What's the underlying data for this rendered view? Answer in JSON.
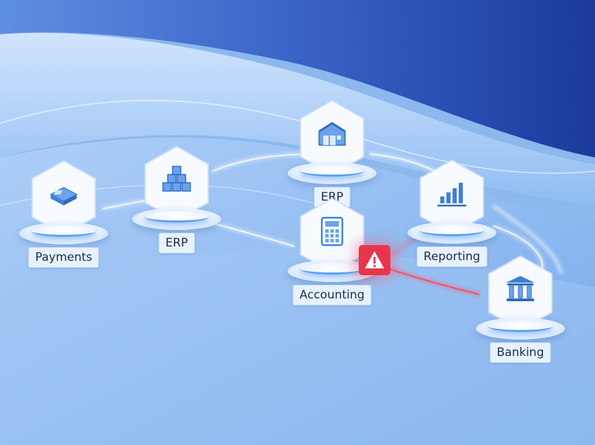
{
  "nodes": {
    "payments": {
      "label": "Payments",
      "icon": "wallet-icon"
    },
    "erp_left": {
      "label": "ERP",
      "icon": "cubes-icon"
    },
    "erp_top": {
      "label": "ERP",
      "icon": "warehouse-icon"
    },
    "accounting": {
      "label": "Accounting",
      "icon": "calculator-icon"
    },
    "reporting": {
      "label": "Reporting",
      "icon": "bar-chart-icon"
    },
    "banking": {
      "label": "Banking",
      "icon": "bank-icon"
    }
  },
  "alert": {
    "icon": "warning-icon",
    "color": "#e8354b"
  },
  "colors": {
    "accent": "#3f7fd8",
    "link": "#ffffff",
    "error_link": "#ff4d64"
  }
}
